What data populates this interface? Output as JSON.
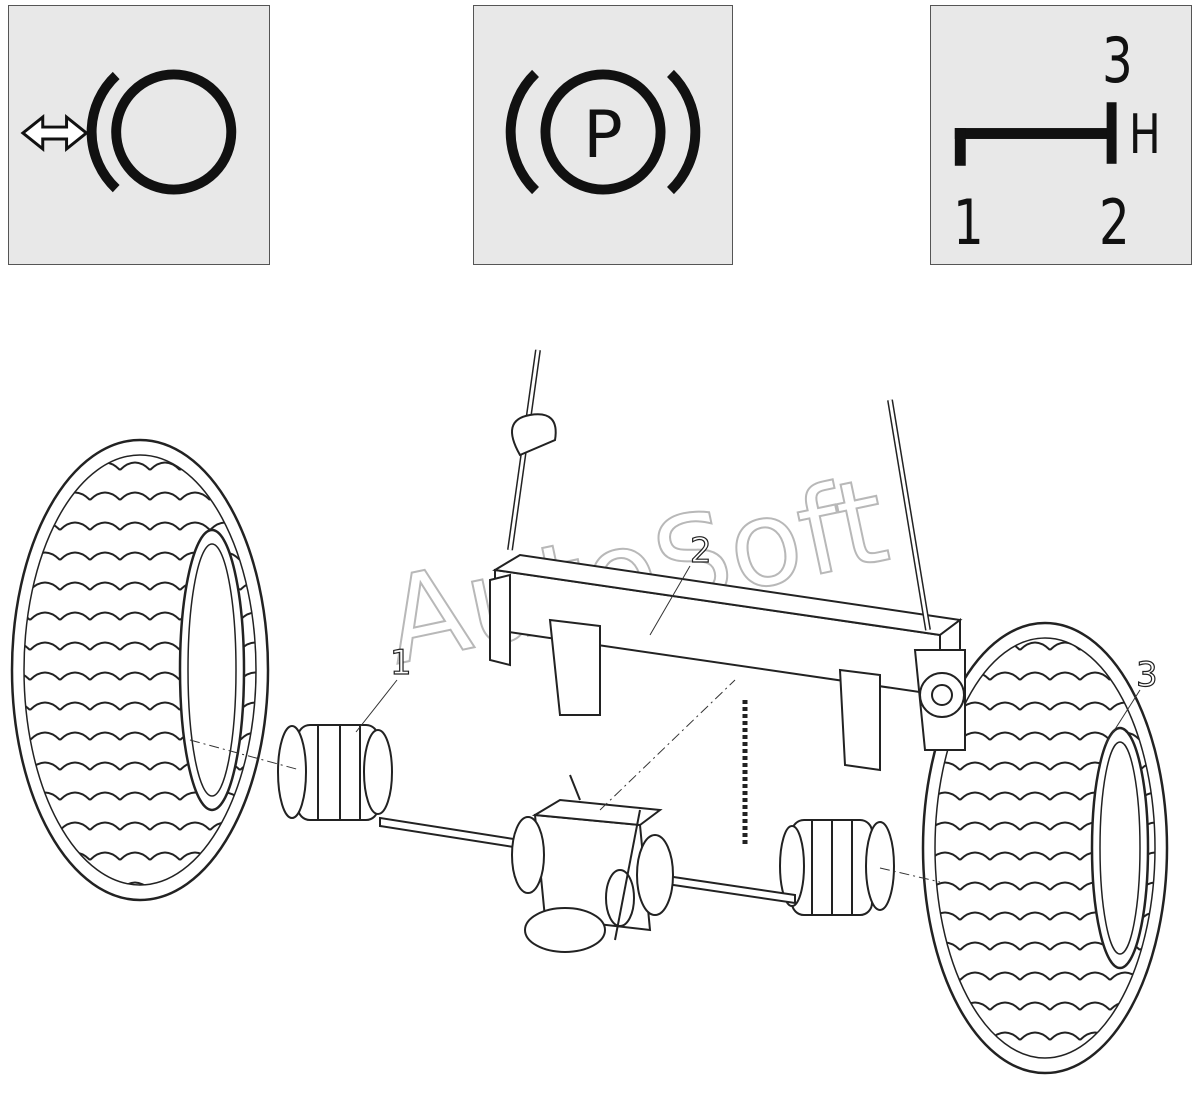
{
  "symbols": {
    "brake_warning": {
      "icon": "brake-wear-warning-icon"
    },
    "parking_brake": {
      "icon": "parking-brake-icon",
      "letter": "P"
    },
    "gear_pattern": {
      "icon": "gear-shift-pattern-icon",
      "pos1": "1",
      "pos2": "2",
      "pos3": "3",
      "neutral": "H"
    }
  },
  "diagram": {
    "watermark": "AutoSoft",
    "callouts": [
      {
        "id": "wheel-hub-assembly",
        "label": "1"
      },
      {
        "id": "axle-beam",
        "label": "2"
      },
      {
        "id": "tire",
        "label": "3"
      }
    ]
  }
}
